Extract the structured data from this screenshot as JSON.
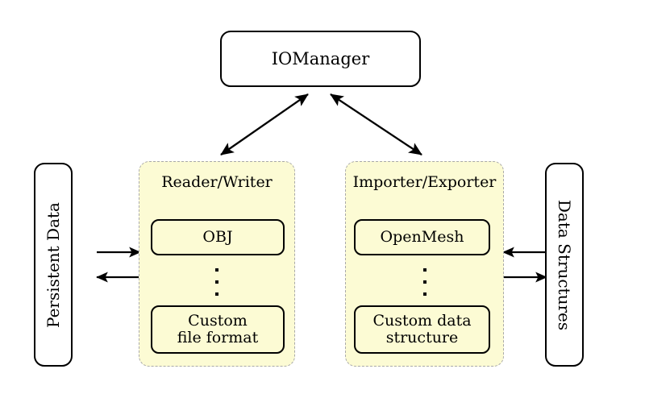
{
  "diagram": {
    "title_node": {
      "label": "IOManager",
      "name": "io-manager"
    },
    "left_node": {
      "label": "Persistent Data",
      "name": "persistent-data",
      "orientation": "rotated-ccw-90"
    },
    "right_node": {
      "label": "Data Structures",
      "name": "data-structures",
      "orientation": "rotated-cw-90"
    },
    "panels": [
      {
        "name": "reader-writer",
        "title": "Reader/Writer",
        "leaves": [
          {
            "name": "obj",
            "label": "OBJ"
          },
          {
            "name": "custom-file-format",
            "line1": "Custom",
            "line2": "file format"
          }
        ],
        "ellipsis": "vertical-dots"
      },
      {
        "name": "importer-exporter",
        "title": "Importer/Exporter",
        "leaves": [
          {
            "name": "openmesh",
            "label": "OpenMesh"
          },
          {
            "name": "custom-data-structure",
            "line1": "Custom data",
            "line2": "structure"
          }
        ],
        "ellipsis": "vertical-dots"
      }
    ],
    "connectors": [
      {
        "name": "io-manager-to-reader-writer",
        "style": "double-headed-arrow"
      },
      {
        "name": "io-manager-to-importer-exporter",
        "style": "double-headed-arrow"
      },
      {
        "name": "persistent-data-to-reader-writer",
        "style": "arrow-right"
      },
      {
        "name": "reader-writer-to-persistent-data",
        "style": "arrow-left"
      },
      {
        "name": "data-structures-to-importer-exporter",
        "style": "arrow-left"
      },
      {
        "name": "importer-exporter-to-data-structures",
        "style": "arrow-right"
      }
    ],
    "colors": {
      "panel_fill": "#fcfbd4",
      "panel_border": "#a9a9a9",
      "node_border": "#000000",
      "background": "#ffffff",
      "text": "#000000"
    }
  }
}
